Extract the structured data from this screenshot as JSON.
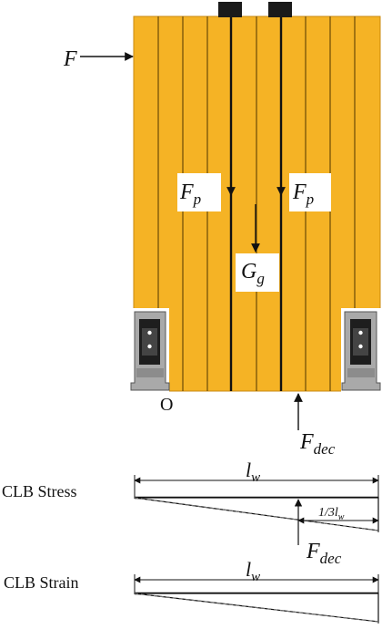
{
  "colors": {
    "panel": "#F5B325",
    "panel_edge": "#C98A10",
    "bracket": "#A9A9A9",
    "bracket_dark": "#1E1E1E",
    "ink": "#111111"
  },
  "labels": {
    "force_lateral": "F",
    "force_p_left": {
      "main": "F",
      "sub": "p"
    },
    "force_p_right": {
      "main": "F",
      "sub": "p"
    },
    "gravity": {
      "main": "G",
      "sub": "g"
    },
    "pivot": "O",
    "force_dec_top": {
      "main": "F",
      "sub": "dec"
    }
  },
  "stress_diagram": {
    "row_label": "CLB Stress",
    "length_label": {
      "main": "l",
      "sub": "w"
    },
    "third_label": {
      "main": "1/3l",
      "sub": "w"
    },
    "force_label": {
      "main": "F",
      "sub": "dec"
    }
  },
  "strain_diagram": {
    "row_label": "CLB Strain",
    "length_label": {
      "main": "l",
      "sub": "w"
    }
  }
}
